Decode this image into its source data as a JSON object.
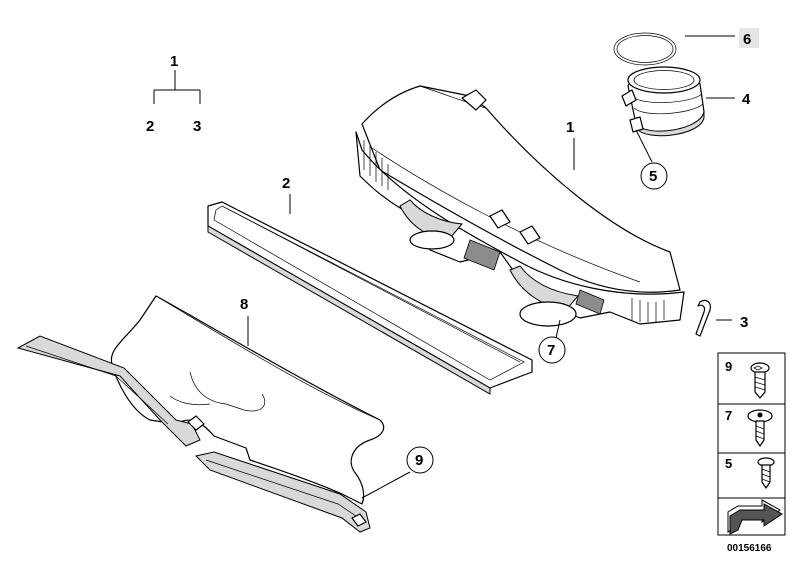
{
  "callouts": {
    "legend_parent": "1",
    "legend_child_a": "2",
    "legend_child_b": "3",
    "housing": "1",
    "filter_element": "2",
    "clip": "3",
    "coupling": "4",
    "coupling_screw_ref": "5",
    "seal_ring": "6",
    "housing_screw_ref": "7",
    "cowl_cover": "8",
    "cowl_screw_ref": "9"
  },
  "fastener_panel": {
    "items": [
      {
        "number": "9",
        "icon": "screw-9-icon"
      },
      {
        "number": "7",
        "icon": "screw-7-icon"
      },
      {
        "number": "5",
        "icon": "screw-5-icon"
      }
    ],
    "arrow_icon": "parts-arrow-icon"
  },
  "diagram_id": "00156166",
  "colors": {
    "line": "#000000",
    "shade_light": "#d9d9d9",
    "shade_dark": "#8c8c8c",
    "background": "#ffffff"
  }
}
